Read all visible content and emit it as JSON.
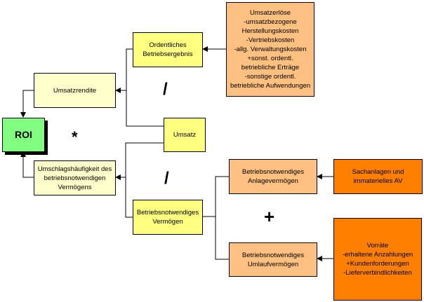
{
  "nodes": {
    "roi": "ROI",
    "umsatzrendite": "Umsatzrendite",
    "umschlag": "Umschlagshäufigkeit des\nbetriebsnotwendigen\nVermögens",
    "ordentliches": "Ordentliches\nBetriebsergebnis",
    "umsatz": "Umsatz",
    "vermoegen": "Betriebsnotwendiges\nVermögen",
    "ergebnis_details": "Umsatzerlöse\n-umsatzbezogene\nHerstellungskosten\n-Vertriebskosten\n-allg. Verwaltungskosten\n+sonst. ordentl.\nbetriebliche Erträge\n-sonstige ordentl.\nbetriebliche Aufwendungen",
    "anlage": "Betriebsnotwendiges\nAnlagevermögen",
    "umlauf": "Betriebsnotwendiges\nUmlaufvermögen",
    "sachanlagen": "Sachanlagen und\nimmaterielles AV",
    "vorraete": "Vorräte\n-erhaltene Anzahlungen\n+Kundenforderungen\n-Lieferverbindlichkeiten"
  },
  "operators": {
    "multiply": "*",
    "divide_top": "/",
    "divide_bottom": "/",
    "plus": "+"
  },
  "colors": {
    "roi": "#80ff80",
    "light_yellow": "#ffffcc",
    "yellow": "#ffff80",
    "light_orange": "#ffc080",
    "orange": "#ff8000"
  }
}
